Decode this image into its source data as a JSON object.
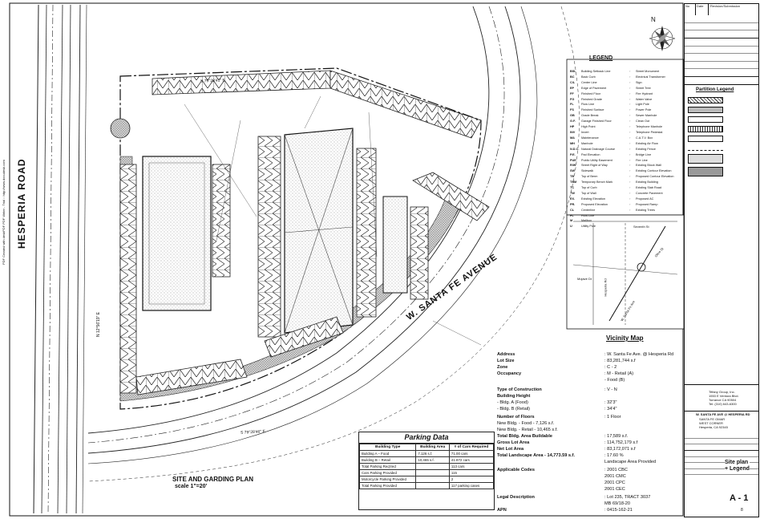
{
  "roads": {
    "hesperia_road": "HESPERIA ROAD",
    "santa_fe_avenue": "W. SANTA FE AVENUE"
  },
  "plan": {
    "title": "SITE AND GARDING PLAN",
    "scale": "scale 1\"=20'",
    "bearing_bottom": "S 79°28'46\" E",
    "bearing_left": "N 12°56'19\" E",
    "bearing_top": "S 79°28'41\" E"
  },
  "north_arrow": {
    "label": "N"
  },
  "legend": {
    "title": "LEGEND",
    "items": [
      [
        "BSL",
        "Building Setback Line"
      ],
      [
        "BC",
        "Back Curb"
      ],
      [
        "C/L",
        "Center Line"
      ],
      [
        "EP",
        "Edge of Pavement"
      ],
      [
        "FF",
        "Finished Floor"
      ],
      [
        "FG",
        "Finished Grade"
      ],
      [
        "FL",
        "Flow Line"
      ],
      [
        "FS",
        "Finished Surface"
      ],
      [
        "GB",
        "Grade Break"
      ],
      [
        "G.F.",
        "Garage Finished Floor"
      ],
      [
        "HP",
        "High Point"
      ],
      [
        "INV",
        "Invert"
      ],
      [
        "MA",
        "Maintenance"
      ],
      [
        "MH",
        "Manhole"
      ],
      [
        "N.D.C.",
        "Natural Drainage Course"
      ],
      [
        "P.E.",
        "Pad Elevation"
      ],
      [
        "PUE",
        "Public Utility Easement"
      ],
      [
        "R/W",
        "Street Right of Way"
      ],
      [
        "SW",
        "Sidewalk"
      ],
      [
        "TB",
        "Top of Berm"
      ],
      [
        "TBM",
        "Temporary Bench Mark"
      ],
      [
        "TC",
        "Top of Curb"
      ],
      [
        "TW",
        "Top of Wall"
      ],
      [
        "EX.",
        "Existing Elevation"
      ],
      [
        "PR.",
        "Proposed Elevation"
      ],
      [
        "CL",
        "Centerline"
      ],
      [
        "FL",
        "Flow Line"
      ],
      [
        "M",
        "Mailbox"
      ],
      [
        "U",
        "Utility Pole"
      ]
    ],
    "symbols": [
      "Street Monument",
      "Electrical Transformer",
      "Sign",
      "Street Tree",
      "Fire Hydrant",
      "Water Valve",
      "Light Pole",
      "Power Pole",
      "Sewer Manhole",
      "Clean Out",
      "Telephone Manhole",
      "Telephone Pedestal",
      "C.A.T.V. Box",
      "Existing Air Flow",
      "Existing Fence",
      "Bridge Line",
      "Fire Line",
      "Existing Block Wall",
      "Existing Contour Elevation",
      "Proposed Contour Elevation",
      "Existing Building",
      "Existing Slab Road",
      "Concrete Pavement",
      "Proposed AC",
      "Proposed Ramp",
      "Existing Trees"
    ]
  },
  "vicinity_map": {
    "title": "Vicinity Map",
    "labels": [
      "Hesperia Rd",
      "W. Santa Fe Ave",
      "Olive St",
      "Mojave Dr",
      "Seventh St"
    ]
  },
  "parking": {
    "title": "Parking Data",
    "headers": [
      "Building Type",
      "Building Area",
      "# of Cars Required"
    ],
    "rows": [
      [
        "Building A – Food",
        "7,126 s.f.",
        "71.00 cars"
      ],
      [
        "Building B – Retail",
        "10,465 s.f.",
        "41.872 cars"
      ],
      [
        "Total Parking Req'ired",
        "",
        "113 cars"
      ],
      [
        "Cars Parking Provided",
        "",
        "115"
      ],
      [
        "Motorcycle Parking Provided",
        "",
        "2"
      ],
      [
        "Total Parking Provided",
        "",
        "117 parking cases"
      ]
    ]
  },
  "project_info": [
    {
      "label": "Address",
      "value": ": W. Santa Fe Ave. @ Hesperia Rd"
    },
    {
      "label": "Lot Size",
      "value": ": 83,281,744 s.f"
    },
    {
      "label": "Zone",
      "value": ": C - 2"
    },
    {
      "label": "Occupancy",
      "value": ": M - Retail (A)"
    },
    {
      "label": "",
      "value": "- Food (B)"
    },
    {
      "label": "Type of Construction",
      "value": ": V - N"
    },
    {
      "label": "Building Height",
      "value": ""
    },
    {
      "label": "    - Bldg. A (Food)",
      "value": ": 32'3\""
    },
    {
      "label": "    - Bldg. B (Retail)",
      "value": ": 34'4\""
    },
    {
      "label": "Number of Floors",
      "value": ": 1 Floor"
    },
    {
      "label": "  New Bldg. - Food  -  7,126 s.f.",
      "value": ""
    },
    {
      "label": "  New Bldg. - Retail  -  10,465 s.f.",
      "value": ""
    },
    {
      "label": "Total Bldg. Area Buildable",
      "value": ": 17,589 s.f."
    },
    {
      "label": "Gross Lot Area",
      "value": ": 114,752,179 s.f"
    },
    {
      "label": "Net Lot Area",
      "value": ": 83,172,071 s.f"
    },
    {
      "label": "Total Landscape Area - 14,773.59 s.f.",
      "value": ": 17.60 %"
    },
    {
      "label": "",
      "value": "  Landscape Area Provided"
    },
    {
      "label": "Applicable Codes",
      "value": ": 2001 CBC"
    },
    {
      "label": "",
      "value": "  2001 CMC"
    },
    {
      "label": "",
      "value": "  2001 CPC"
    },
    {
      "label": "",
      "value": "  2001 CEC"
    },
    {
      "label": "Legal Description",
      "value": ": Lot 235, TRACT 3037"
    },
    {
      "label": "",
      "value": "  MB 69/18-20"
    },
    {
      "label": "APN",
      "value": ": 0415-162-21"
    }
  ],
  "title_block": {
    "revisions_header": [
      "No",
      "Date",
      "Revision/Submission"
    ],
    "partition_legend": "Partition Legend",
    "firm": [
      "Tiffany Group, Inc.",
      "1553 E Ventura Blvd.",
      "Torrance CA 90504",
      "Tel: (310) 643-6300"
    ],
    "project": [
      "W. SANTA FE AVE @ HESPERIA RD",
      "SANTA FE OMAR",
      "WEST CORNER",
      "Hesperia, CA 92345"
    ],
    "sheet_title": "Site plan\n+ Legend",
    "sheet_number": "A - 1",
    "sheet_of": "8"
  },
  "margin_note": "PDF Created with deskPDF PDF Writer - Trial :: http://www.docudesk.com"
}
